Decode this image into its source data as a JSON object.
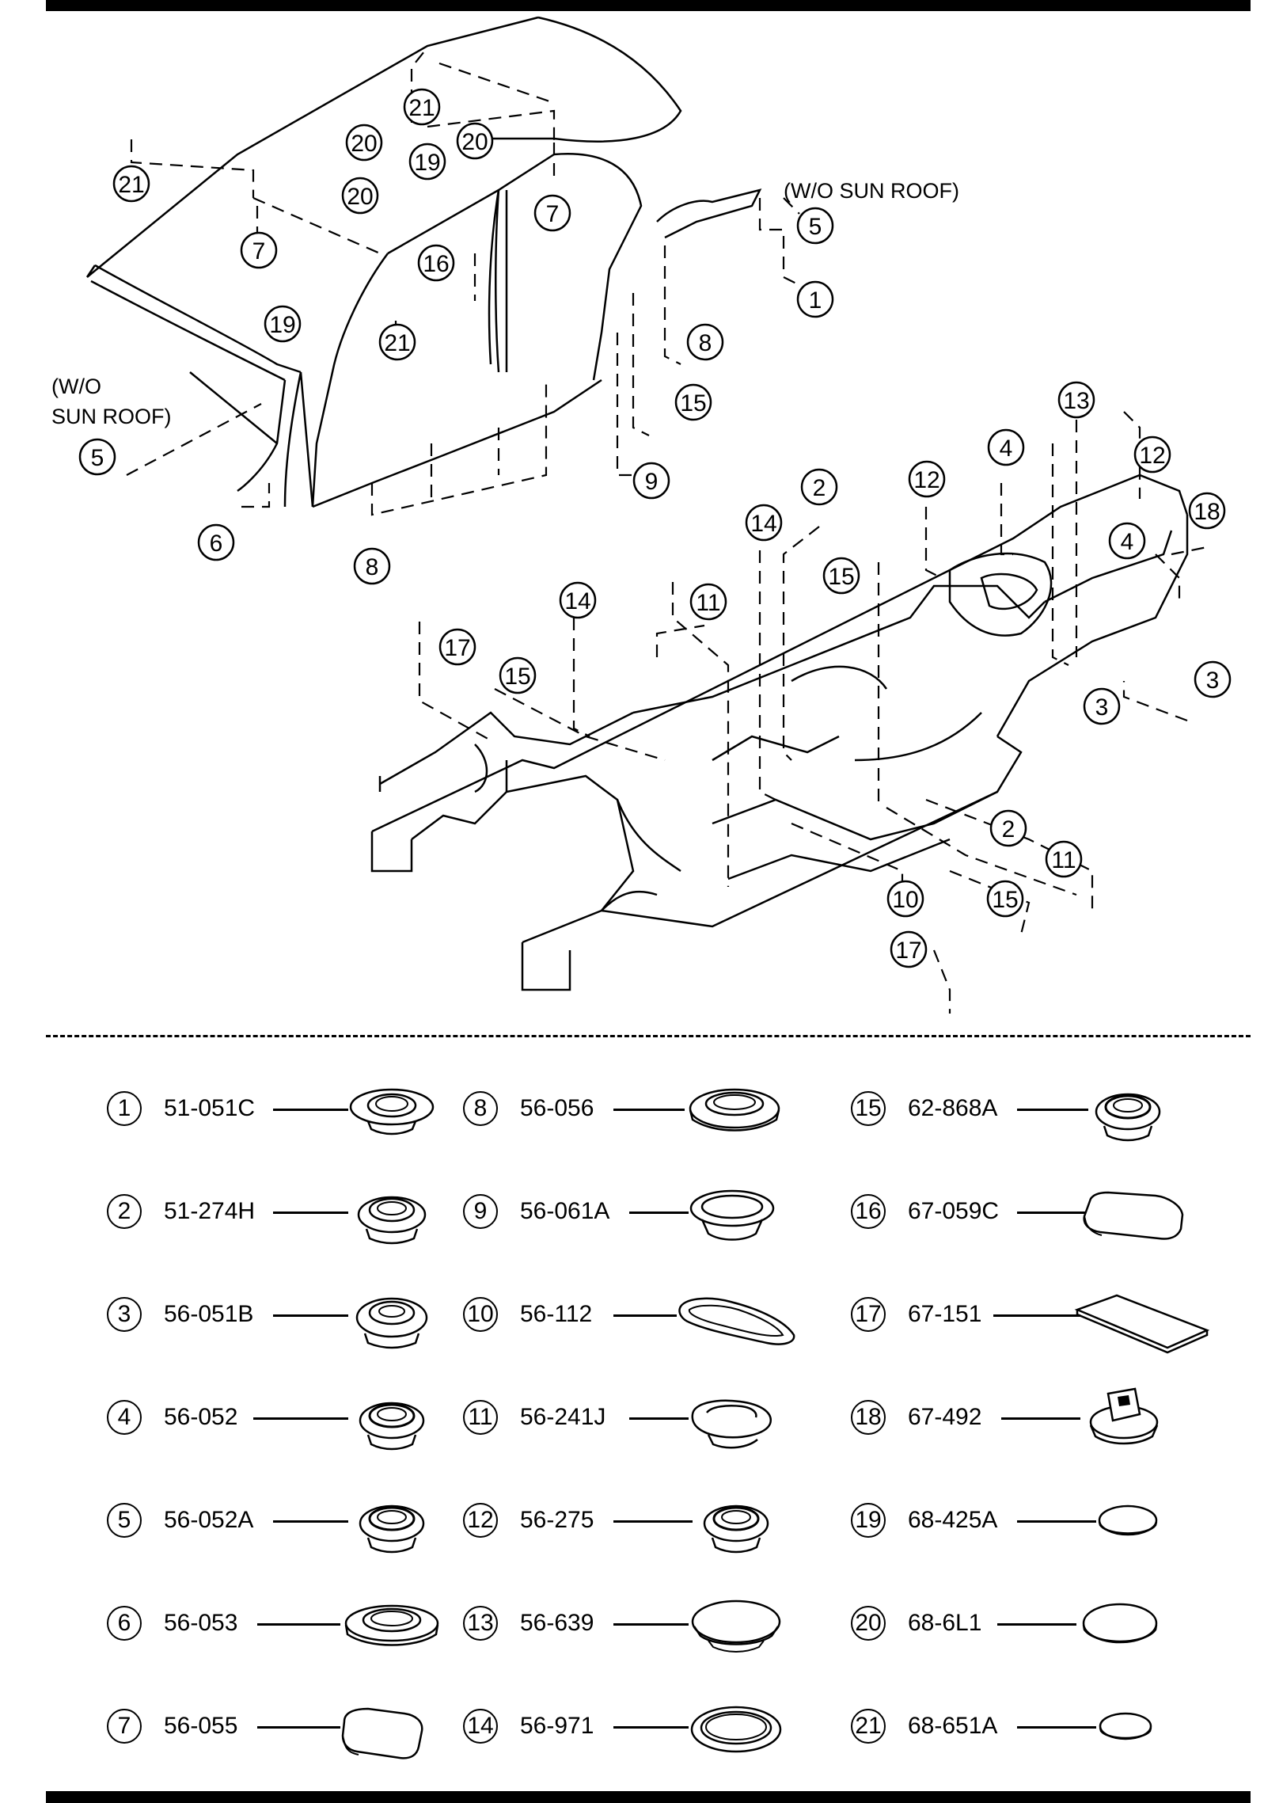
{
  "notes": {
    "sunroof_right": "(W/O SUN ROOF)",
    "sunroof_left_line1": "(W/O",
    "sunroof_left_line2": "SUN ROOF)"
  },
  "parts": [
    {
      "num": "1",
      "code": "51-051C",
      "icon": "grommet-stepped-icon"
    },
    {
      "num": "2",
      "code": "51-274H",
      "icon": "grommet-stepped-icon"
    },
    {
      "num": "3",
      "code": "56-051B",
      "icon": "grommet-stepped-icon"
    },
    {
      "num": "4",
      "code": "56-052",
      "icon": "grommet-stepped-icon"
    },
    {
      "num": "5",
      "code": "56-052A",
      "icon": "grommet-stepped-icon"
    },
    {
      "num": "6",
      "code": "56-053",
      "icon": "grommet-wide-icon"
    },
    {
      "num": "7",
      "code": "56-055",
      "icon": "rounded-square-pad-icon"
    },
    {
      "num": "8",
      "code": "56-056",
      "icon": "grommet-wide-icon"
    },
    {
      "num": "9",
      "code": "56-061A",
      "icon": "grommet-cup-icon"
    },
    {
      "num": "10",
      "code": "56-112",
      "icon": "oval-gasket-icon"
    },
    {
      "num": "11",
      "code": "56-241J",
      "icon": "grommet-oval-icon"
    },
    {
      "num": "12",
      "code": "56-275",
      "icon": "grommet-stepped-icon"
    },
    {
      "num": "13",
      "code": "56-639",
      "icon": "dome-plug-icon"
    },
    {
      "num": "14",
      "code": "56-971",
      "icon": "ring-grommet-icon"
    },
    {
      "num": "15",
      "code": "62-868A",
      "icon": "grommet-stepped-icon"
    },
    {
      "num": "16",
      "code": "67-059C",
      "icon": "rounded-rect-pad-icon"
    },
    {
      "num": "17",
      "code": "67-151",
      "icon": "rect-sheet-icon"
    },
    {
      "num": "18",
      "code": "67-492",
      "icon": "clip-plug-icon"
    },
    {
      "num": "19",
      "code": "68-425A",
      "icon": "flat-disc-icon"
    },
    {
      "num": "20",
      "code": "68-6L1",
      "icon": "flat-disc-icon"
    },
    {
      "num": "21",
      "code": "68-651A",
      "icon": "flat-disc-icon"
    }
  ],
  "callouts": [
    "21",
    "20",
    "21",
    "20",
    "19",
    "20",
    "7",
    "7",
    "5",
    "1",
    "16",
    "19",
    "21",
    "8",
    "15",
    "9",
    "8",
    "5",
    "6",
    "13",
    "4",
    "12",
    "12",
    "2",
    "14",
    "18",
    "4",
    "15",
    "11",
    "14",
    "17",
    "15",
    "3",
    "3",
    "2",
    "11",
    "10",
    "15",
    "17"
  ]
}
